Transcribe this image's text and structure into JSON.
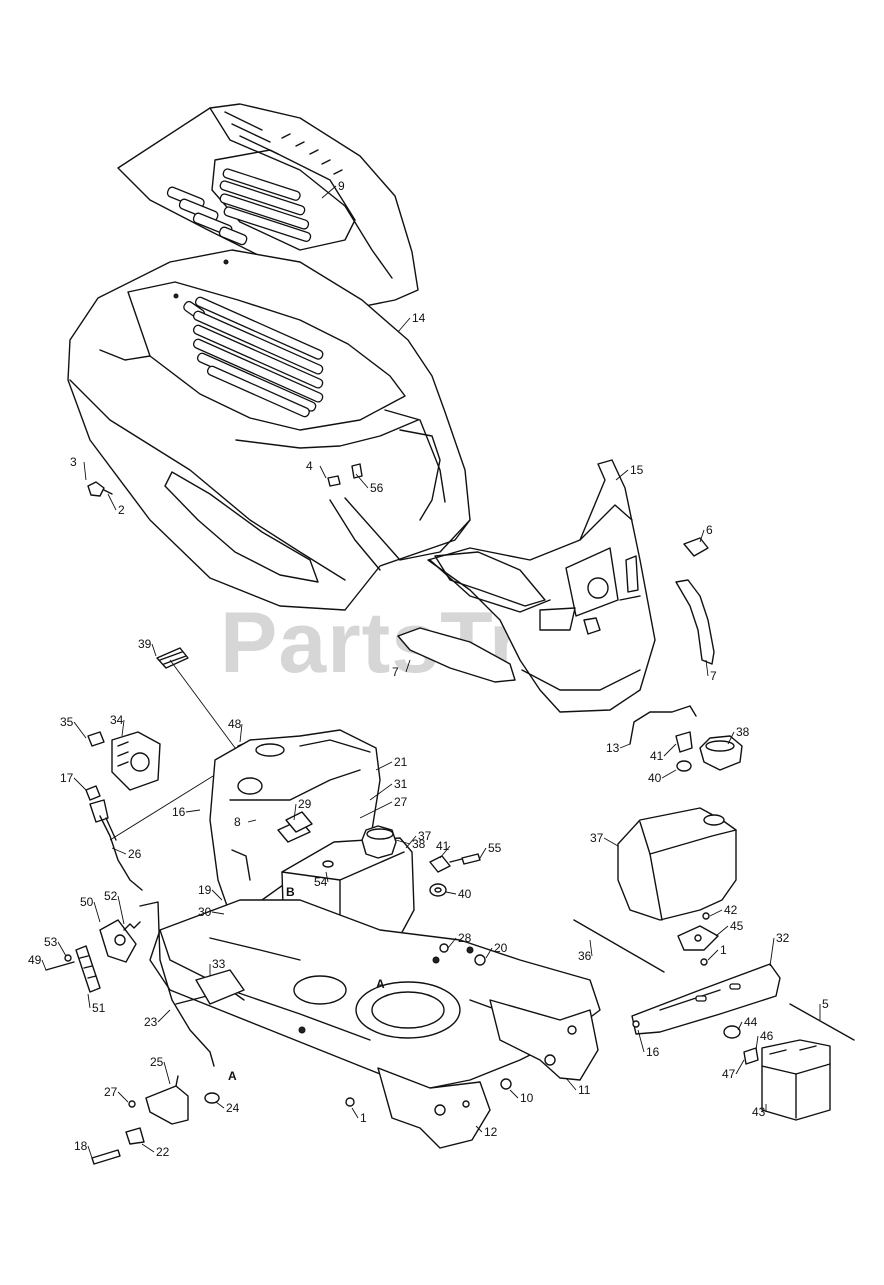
{
  "diagram": {
    "watermark": "PartsTree",
    "watermark_mark": "™",
    "callouts": [
      {
        "id": "c9",
        "label": "9"
      },
      {
        "id": "c14",
        "label": "14"
      },
      {
        "id": "c3",
        "label": "3"
      },
      {
        "id": "c2",
        "label": "2"
      },
      {
        "id": "c4",
        "label": "4"
      },
      {
        "id": "c56",
        "label": "56"
      },
      {
        "id": "c15",
        "label": "15"
      },
      {
        "id": "c6",
        "label": "6"
      },
      {
        "id": "c7a",
        "label": "7"
      },
      {
        "id": "c7b",
        "label": "7"
      },
      {
        "id": "c39",
        "label": "39"
      },
      {
        "id": "c35",
        "label": "35"
      },
      {
        "id": "c34",
        "label": "34"
      },
      {
        "id": "c48",
        "label": "48"
      },
      {
        "id": "c21",
        "label": "21"
      },
      {
        "id": "c31",
        "label": "31"
      },
      {
        "id": "c27a",
        "label": "27"
      },
      {
        "id": "c29",
        "label": "29"
      },
      {
        "id": "c8",
        "label": "8"
      },
      {
        "id": "c16a",
        "label": "16"
      },
      {
        "id": "c17",
        "label": "17"
      },
      {
        "id": "c26",
        "label": "26"
      },
      {
        "id": "c38a",
        "label": "38"
      },
      {
        "id": "c37a",
        "label": "37"
      },
      {
        "id": "c41a",
        "label": "41"
      },
      {
        "id": "c55",
        "label": "55"
      },
      {
        "id": "c54",
        "label": "54"
      },
      {
        "id": "c40a",
        "label": "40"
      },
      {
        "id": "c19",
        "label": "19"
      },
      {
        "id": "cB",
        "label": "B"
      },
      {
        "id": "c30",
        "label": "30"
      },
      {
        "id": "c50",
        "label": "50"
      },
      {
        "id": "c52",
        "label": "52"
      },
      {
        "id": "c53",
        "label": "53"
      },
      {
        "id": "c49",
        "label": "49"
      },
      {
        "id": "c51",
        "label": "51"
      },
      {
        "id": "c33",
        "label": "33"
      },
      {
        "id": "c23",
        "label": "23"
      },
      {
        "id": "c28",
        "label": "28"
      },
      {
        "id": "c20",
        "label": "20"
      },
      {
        "id": "cA1",
        "label": "A"
      },
      {
        "id": "c25",
        "label": "25"
      },
      {
        "id": "cA2",
        "label": "A"
      },
      {
        "id": "c27b",
        "label": "27"
      },
      {
        "id": "c24",
        "label": "24"
      },
      {
        "id": "c18",
        "label": "18"
      },
      {
        "id": "c22",
        "label": "22"
      },
      {
        "id": "c1a",
        "label": "1"
      },
      {
        "id": "c10",
        "label": "10"
      },
      {
        "id": "c11",
        "label": "11"
      },
      {
        "id": "c12",
        "label": "12"
      },
      {
        "id": "c13",
        "label": "13"
      },
      {
        "id": "c41b",
        "label": "41"
      },
      {
        "id": "c38b",
        "label": "38"
      },
      {
        "id": "c40b",
        "label": "40"
      },
      {
        "id": "c37b",
        "label": "37"
      },
      {
        "id": "c42",
        "label": "42"
      },
      {
        "id": "c45",
        "label": "45"
      },
      {
        "id": "c1b",
        "label": "1"
      },
      {
        "id": "c36",
        "label": "36"
      },
      {
        "id": "c32",
        "label": "32"
      },
      {
        "id": "c16b",
        "label": "16"
      },
      {
        "id": "c5",
        "label": "5"
      },
      {
        "id": "c44",
        "label": "44"
      },
      {
        "id": "c46",
        "label": "46"
      },
      {
        "id": "c47",
        "label": "47"
      },
      {
        "id": "c43",
        "label": "43"
      }
    ]
  }
}
